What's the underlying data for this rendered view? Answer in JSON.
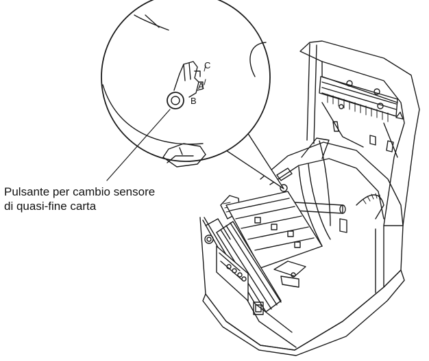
{
  "callout": {
    "line1": "Pulsante per cambio sensore",
    "line2": "di quasi-fine carta"
  },
  "switch_positions": {
    "c": "C",
    "a": "A",
    "b": "B"
  }
}
